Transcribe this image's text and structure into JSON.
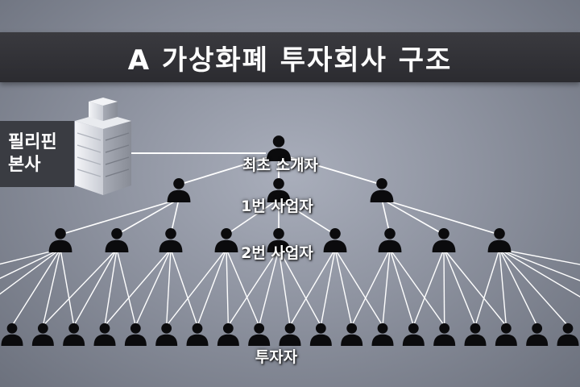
{
  "title": "A 가상화폐 투자회사 구조",
  "headquarters": {
    "label_line1": "필리핀",
    "label_line2": "본사",
    "icon": "office-building-icon"
  },
  "tiers": {
    "first_introducer": "최초 소개자",
    "level1": "1번 사업자",
    "level2": "2번 사업자",
    "investors": "투자자"
  },
  "colors": {
    "title_bg": "#2f2f34",
    "figure": "#0b0b0d",
    "line": "#ffffff"
  },
  "counts": {
    "level1": 3,
    "level2": 9,
    "investors": 19
  }
}
